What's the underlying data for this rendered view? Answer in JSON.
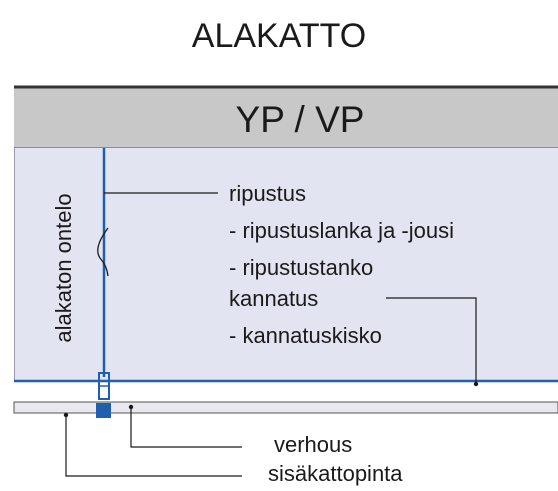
{
  "title": "ALAKATTO",
  "slab_label": "YP / VP",
  "cavity_label": "alakaton ontelo",
  "labels": {
    "ripustus": "ripustus",
    "ripustus_item1": "- ripustuslanka ja -jousi",
    "ripustus_item2": "- ripustustanko",
    "kannatus": "kannatus",
    "kannatus_item1": "- kannatuskisko",
    "verhous": "verhous",
    "sisakattopinta": "sisäkattopinta"
  },
  "colors": {
    "slab_fill": "#c8c8c8",
    "cavity_fill": "#e3e4f1",
    "hanger_blue": "#1f5fae",
    "board_fill": "#e8e8ee",
    "line_dark": "#1a1a1a"
  }
}
